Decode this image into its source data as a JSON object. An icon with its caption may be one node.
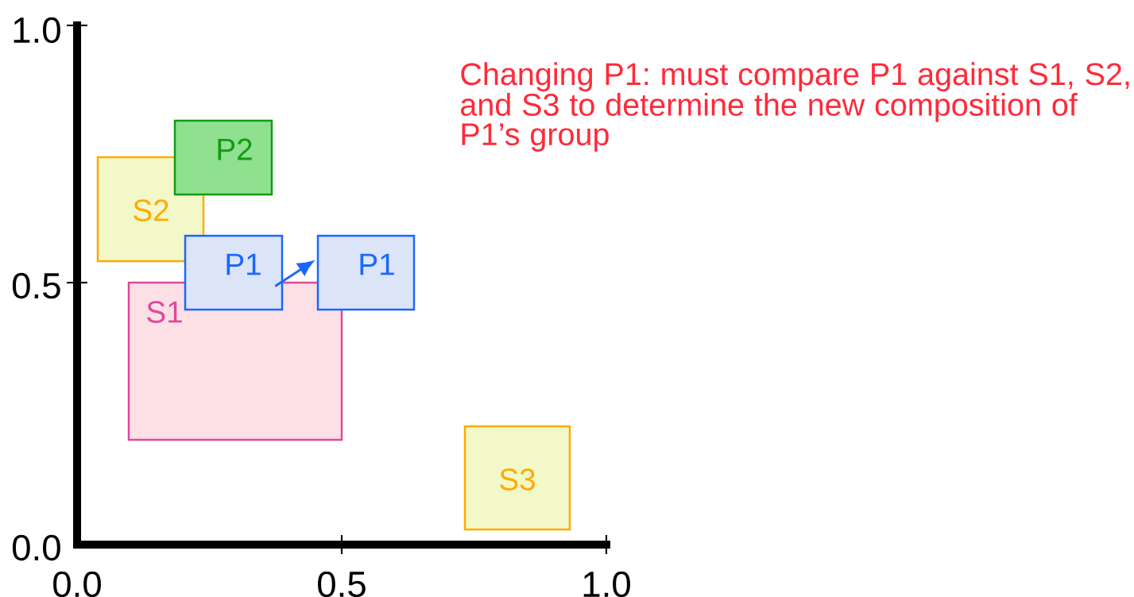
{
  "diagram": {
    "nodes": [
      {
        "text": [
          "P2"
        ]
      },
      {
        "text": [
          "S2"
        ]
      },
      {
        "text": [
          "P1"
        ]
      },
      {
        "text": [
          "P1"
        ]
      },
      {
        "text": [
          "S1"
        ]
      },
      {
        "text": [
          "S3"
        ]
      }
    ],
    "edges": [
      {
        "from": 2,
        "to": 3,
        "arrow": "to"
      }
    ],
    "labels": [
      "1.0",
      "Changing P1: must compare P1 against S1, S2, and S3 to determine the new composition of P1’s group",
      "0.5",
      "0.0",
      "0.0",
      "0.5",
      "1.0"
    ]
  }
}
